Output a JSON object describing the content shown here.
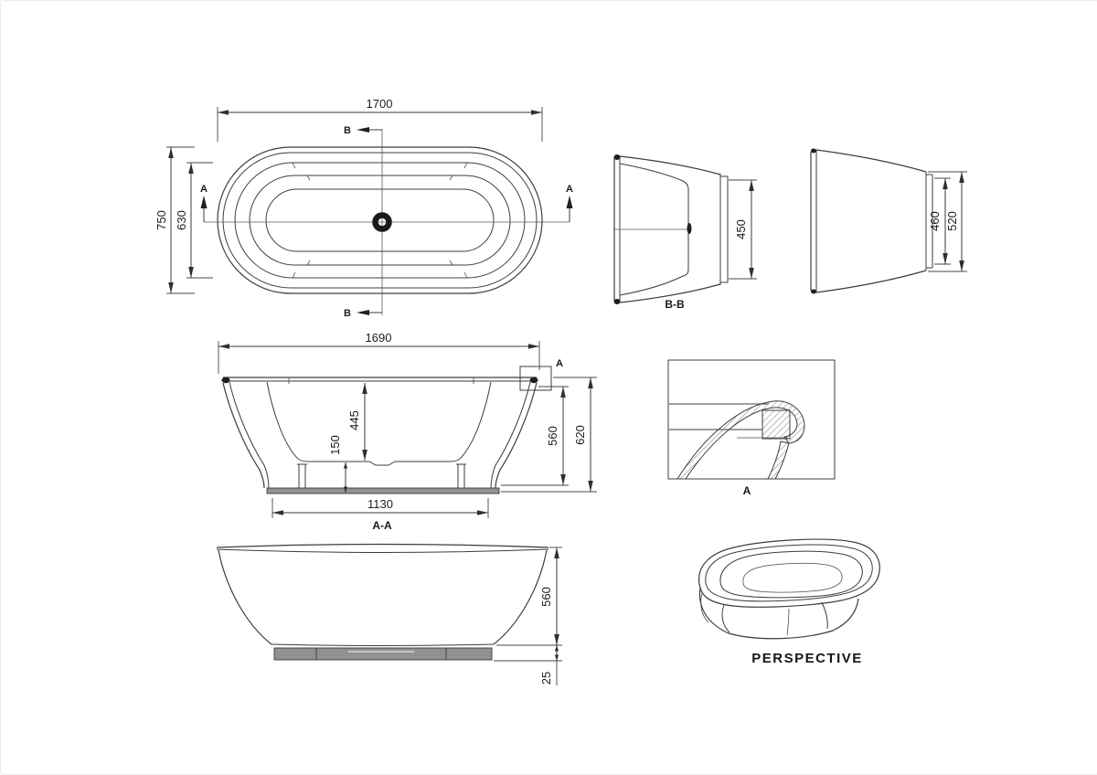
{
  "views": {
    "plan": {
      "dim_width": "1700",
      "dim_outer_width": "750",
      "dim_inner_width": "630",
      "marker_b_top": "B",
      "marker_b_bottom": "B",
      "marker_a_left": "A",
      "marker_a_right": "A"
    },
    "section_bb": {
      "label": "B-B",
      "dim_depth": "450"
    },
    "end_elevation": {
      "dim_inner_height": "460",
      "dim_outer_height": "520"
    },
    "section_aa": {
      "label": "A-A",
      "detail_callout": "A",
      "dim_length": "1690",
      "dim_inner_depth": "445",
      "dim_floor_height": "150",
      "dim_height_to_base": "560",
      "dim_overall_height": "620",
      "dim_base_length": "1130"
    },
    "detail_a": {
      "label": "A"
    },
    "front_elevation": {
      "dim_height": "560",
      "dim_plinth": "25"
    },
    "perspective": {
      "label": "PERSPECTIVE"
    }
  }
}
